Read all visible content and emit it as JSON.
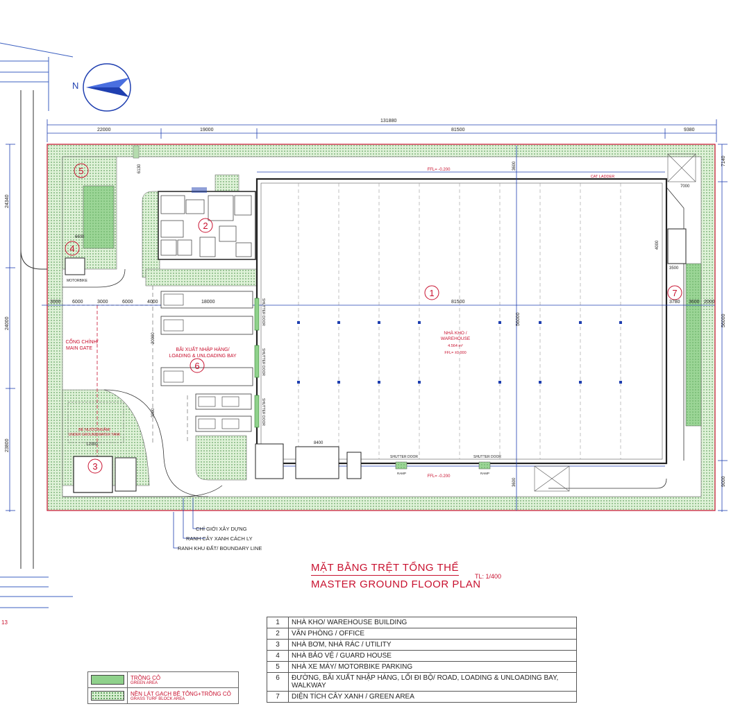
{
  "dimensions": {
    "total": "131880",
    "top": [
      "22000",
      "19000",
      "81500",
      "9380"
    ],
    "left": [
      "24340",
      "24000",
      "23800"
    ],
    "right": [
      "7140",
      "56000",
      "9000"
    ],
    "bay_row": [
      "3000",
      "6000",
      "3000",
      "6000",
      "4000",
      "18000"
    ],
    "warehouse_width": "81500",
    "warehouse_depth": "56000",
    "right_small": [
      "3780",
      "3600",
      "2000"
    ],
    "misc": [
      "6130",
      "3600",
      "3600",
      "6600",
      "12000",
      "8400",
      "7000",
      "4000",
      "3500",
      "20000",
      "3000",
      "9000"
    ]
  },
  "markers": [
    "1",
    "2",
    "3",
    "4",
    "5",
    "6",
    "7"
  ],
  "north": "N",
  "labels": {
    "ffl_top": "FFL= -0.200",
    "ffl_bottom": "FFL= -0.200",
    "warehouse_name": "NHÀ KHO /",
    "warehouse_en": "WAREHOUSE",
    "warehouse_area": "4.564 m²",
    "warehouse_ffl": "FFL= ±0.000",
    "loading_vn": "BÃI XUẤT NHẬP HÀNG/",
    "loading_en": "LOADING & UNLOADING BAY",
    "gate_vn": "CỔNG CHÍNH/",
    "gate_en": "MAIN GATE",
    "motorbike": "MOTORBIKE",
    "water_tank": "BỂ NƯỚC NGẦM/",
    "water_tank_en": "UNDER GROUND WATER TANK",
    "cat_ladder": "CAT LADDER",
    "shutter_door": "SHUTTER DOOR",
    "ramp": "RAMP",
    "setback": "CHỈ GIỚI XÂY DỰNG",
    "green_buffer": "RANH CÂY XANH CÁCH LY",
    "boundary": "RANH KHU ĐẤT/ BOUNDARY LINE",
    "page_num": "13"
  },
  "title": {
    "vn": "MẶT BẰNG TRỆT TỔNG THỂ",
    "en": "MASTER GROUND FLOOR PLAN",
    "scale": "TL: 1/400"
  },
  "legend": [
    {
      "num": "1",
      "text": "NHÀ KHO/ WAREHOUSE BUILDING"
    },
    {
      "num": "2",
      "text": "VĂN PHÒNG / OFFICE"
    },
    {
      "num": "3",
      "text": "NHÀ BƠM, NHÀ RÁC / UTILITY"
    },
    {
      "num": "4",
      "text": "NHÀ BẢO VỆ / GUARD HOUSE"
    },
    {
      "num": "5",
      "text": "NHÀ XE MÁY/ MOTORBIKE PARKING"
    },
    {
      "num": "6",
      "text": "ĐƯỜNG, BÃI XUẤT NHẬP HÀNG, LỐI ĐI BỘ/ ROAD, LOADING & UNLOADING BAY, WALKWAY"
    },
    {
      "num": "7",
      "text": "DIỆN TÍCH CÂY XANH / GREEN AREA"
    }
  ],
  "key": [
    {
      "vn": "TRỒNG CỎ",
      "en": "GREEN AREA",
      "swatch": "green"
    },
    {
      "vn": "NỀN LÁT GẠCH BÊ TÔNG+TRỒNG CỎ",
      "en": "GRASS TURF BLOCK AREA",
      "swatch": "grass"
    }
  ],
  "colors": {
    "dim_blue": "#1f3fb0",
    "label_red": "#c8102e",
    "green_fill": "#8fd18b",
    "grass_fill": "#d9efd2",
    "wall": "#222222"
  }
}
